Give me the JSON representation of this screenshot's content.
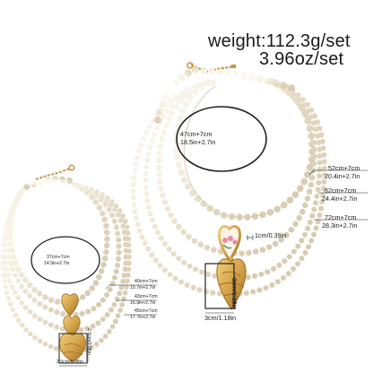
{
  "weight": {
    "grams": "weight:112.3g/set",
    "ounces": "3.96oz/set"
  },
  "large_necklace": {
    "choker_circle": [
      "47cm+7cm",
      "18.5in+2.7in"
    ],
    "strands": [
      {
        "cm": "52cm+7cm",
        "in": "20.4in+2.7in"
      },
      {
        "cm": "62cm+7cm",
        "in": "24.4in+2.7in"
      },
      {
        "cm": "72cm+7cm",
        "in": "28.3in+2.7in"
      }
    ],
    "bead_size": "1cm/0.39in",
    "pendant_height": "3cm/1.18in",
    "pendant_width": "3cm/1.18in"
  },
  "small_necklace": {
    "choker_circle": [
      "37cm+7cm",
      "14.5in+2.7in"
    ],
    "strands": [
      {
        "cm": "40cm+7cm",
        "in": "15.7in+2.7in"
      },
      {
        "cm": "43cm+7cm",
        "in": "16.9in+2.7in"
      },
      {
        "cm": "45cm+7cm",
        "in": "17.7in+2.7in"
      }
    ],
    "pendant_height": "2.5cm/0.98in",
    "pendant_width": "2.5cm/0.98in"
  },
  "colors": {
    "pearl": "#f6f0e2",
    "pearl_shadow": "#dcd2bd",
    "gold": "#d4a24a",
    "gold_dark": "#a87a2a",
    "line": "#222222",
    "enamel_pink": "#e88aa0",
    "enamel_green": "#5fa05a"
  }
}
